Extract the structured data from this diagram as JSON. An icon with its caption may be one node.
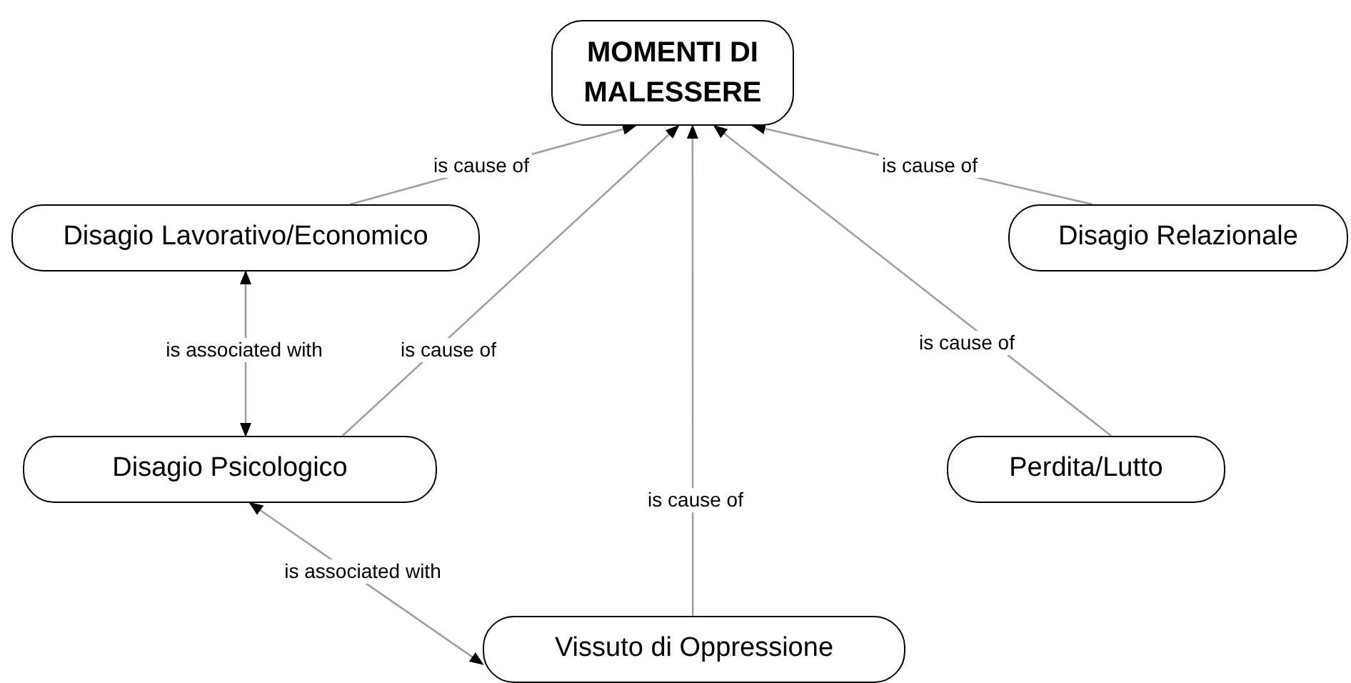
{
  "diagram": {
    "nodes": [
      {
        "text": [
          "MOMENTI DI MALESSERE"
        ]
      },
      {
        "text": [
          "Disagio Lavorativo/Economico"
        ]
      },
      {
        "text": [
          "Disagio Relazionale"
        ]
      },
      {
        "text": [
          "Disagio Psicologico"
        ]
      },
      {
        "text": [
          "Perdita/Lutto"
        ]
      },
      {
        "text": [
          "Vissuto di Oppressione"
        ]
      }
    ],
    "edges": [
      {
        "from": 1,
        "to": 0,
        "arrow": "to",
        "label": "is cause of"
      },
      {
        "from": 2,
        "to": 0,
        "arrow": "to",
        "label": "is cause of"
      },
      {
        "from": 3,
        "to": 0,
        "arrow": "to",
        "label": "is cause of"
      },
      {
        "from": 4,
        "to": 0,
        "arrow": "to",
        "label": "is cause of"
      },
      {
        "from": 5,
        "to": 0,
        "arrow": "to",
        "label": "is cause of"
      },
      {
        "from": 1,
        "to": 3,
        "arrow": "both",
        "label": "is associated with"
      },
      {
        "from": 3,
        "to": 5,
        "arrow": "both",
        "label": "is associated with"
      }
    ]
  }
}
